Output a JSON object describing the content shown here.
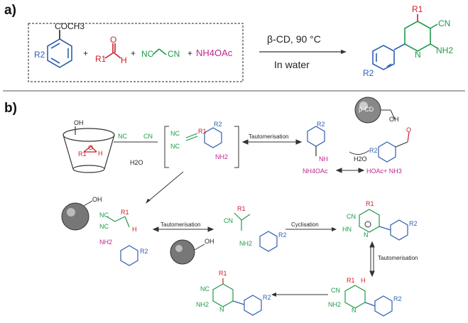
{
  "panel_a": {
    "label": "a)",
    "reactant_acetophenone_group": "COCH3",
    "reactant_acetophenone_sub": "R2",
    "reactant_aldehyde_sub": "R1",
    "reactant_aldehyde_h": "H",
    "reactant_aldehyde_o": "O",
    "plus": "+",
    "malononitrile_left": "NC",
    "malononitrile_right": "CN",
    "ammonium_acetate": "NH4OAc",
    "condition_catalyst": "β-CD, 90 °C",
    "condition_solvent": "In water",
    "product_r1": "R1",
    "product_cn": "CN",
    "product_n": "N",
    "product_nh2": "NH2",
    "product_r2": "R2"
  },
  "panel_b": {
    "label": "b)",
    "cd_label": "β-CD",
    "oh": "OH",
    "water": "H2O",
    "tautomerisation_top": "Tautomerisation",
    "tautomerisation_mid": "Tautomerisation",
    "cyclisation": "Cyclisation",
    "tautomerisation_right": "Tautomerisation",
    "nh4oac": "NH4OAc",
    "hoac_nh3": "HOAc+ NH3",
    "nh": "NH",
    "nh2": "NH2",
    "nc": "NC",
    "cn": "CN",
    "r1": "R1",
    "r2": "R2",
    "h": "H",
    "hn": "HN",
    "n": "N",
    "o": "O"
  },
  "colors": {
    "blue": "#2f5fb0",
    "red": "#c8202a",
    "green": "#1f9a4a",
    "magenta": "#c0248f",
    "teal": "#2aa08a"
  }
}
